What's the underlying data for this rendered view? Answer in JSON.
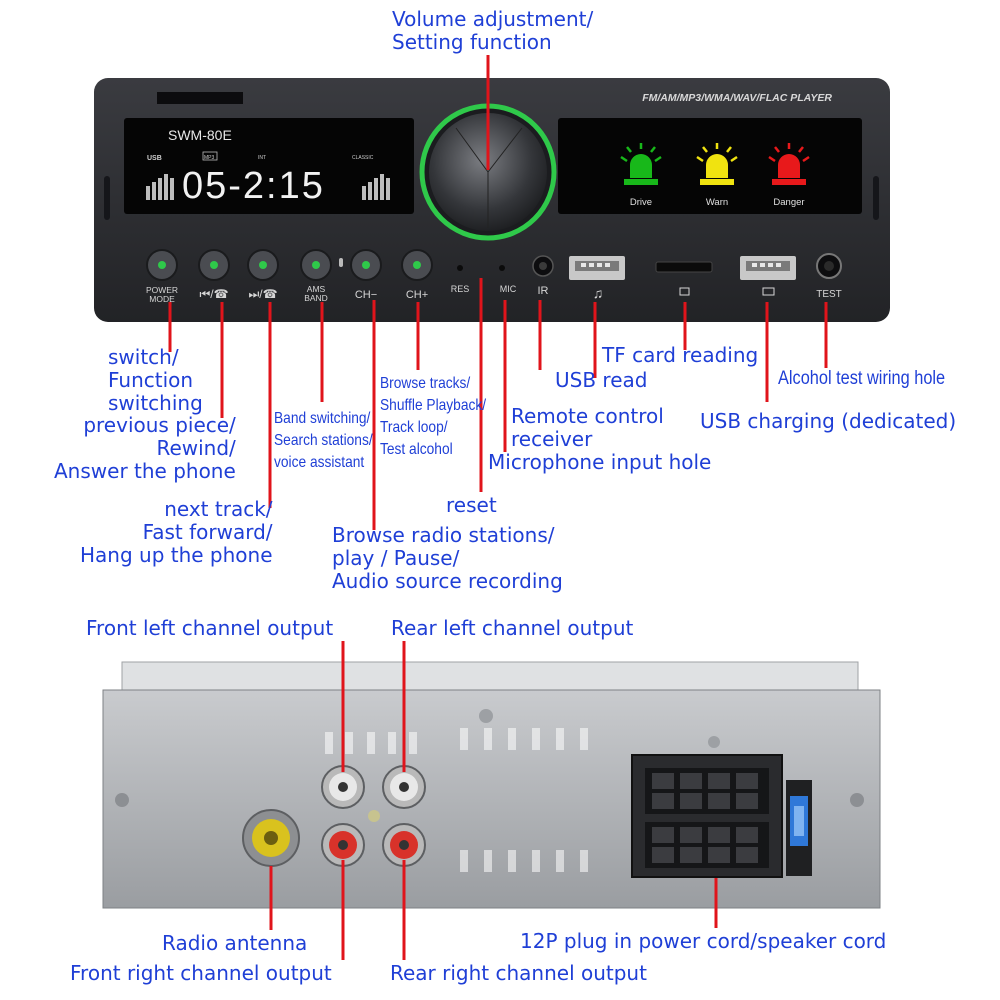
{
  "front_panel": {
    "model": "SWM-80E",
    "formats": "FM/AM/MP3/WMA/WAV/FLAC PLAYER",
    "display": {
      "time": "05-2:15",
      "usb_tag": "USB",
      "mp3_tag": "MP3",
      "int_tag": "INT",
      "classic_tag": "CLASSIC"
    },
    "indicators": [
      {
        "label": "Drive",
        "color": "#18b81a"
      },
      {
        "label": "Warn",
        "color": "#f0e310"
      },
      {
        "label": "Danger",
        "color": "#e8191b"
      }
    ],
    "buttons": {
      "power_mode": "POWER\nMODE",
      "ams_band": "AMS\nBAND",
      "ch_minus": "CH−",
      "ch_plus": "CH+",
      "res": "RES",
      "mic": "MIC",
      "ir": "IR",
      "test": "TEST"
    }
  },
  "callouts": {
    "volume": "Volume adjustment/\nSetting function",
    "switch": "switch/\nFunction\nswitching",
    "previous": "previous piece/\nRewind/\nAnswer the phone",
    "band": "Band switching/\nSearch stations/\nvoice assistant",
    "browse_tracks": "Browse tracks/\nShuffle Playback/\nTrack loop/\nTest alcohol",
    "next": "next track/\nFast forward/\nHang up the phone",
    "browse_radio": "Browse radio stations/\nplay / Pause/\nAudio source recording",
    "reset": "reset",
    "microphone": "Microphone input hole",
    "remote": "Remote control\nreceiver",
    "usb_read": "USB read",
    "tf_card": "TF card reading",
    "usb_charging": "USB charging (dedicated)",
    "alcohol": "Alcohol test wiring hole",
    "front_left": "Front left channel output",
    "rear_left": "Rear left channel output",
    "radio_antenna": "Radio antenna",
    "front_right": "Front right channel output",
    "rear_right": "Rear right channel output",
    "plug_12p": "12P plug in power cord/speaker cord"
  },
  "colors": {
    "label_text": "#1f3fd6",
    "pointer_line": "#e0141b",
    "panel": "#2e2f33",
    "rca_white": "#e8e8e8",
    "rca_red": "#d8322a",
    "antenna_yellow": "#d9c21e",
    "fuse_blue": "#2f78d8"
  }
}
